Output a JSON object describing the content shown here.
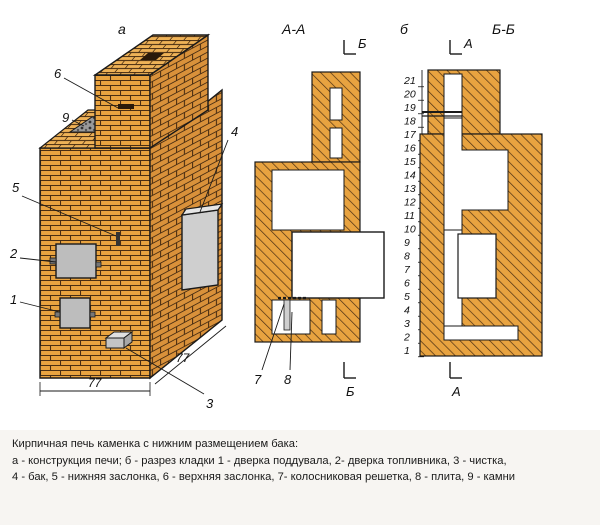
{
  "figure": {
    "view_a": "а",
    "view_b": "б",
    "section_aa": "А-А",
    "section_bb": "Б-Б",
    "cut_b": "Б",
    "cut_a": "А",
    "dim_width": "77",
    "dim_depth": "77",
    "callouts": [
      "1",
      "2",
      "3",
      "4",
      "5",
      "6",
      "7",
      "8",
      "9"
    ],
    "row_numbers": [
      "1",
      "2",
      "3",
      "4",
      "5",
      "6",
      "7",
      "8",
      "9",
      "10",
      "11",
      "12",
      "13",
      "14",
      "15",
      "16",
      "17",
      "18",
      "19",
      "20",
      "21"
    ]
  },
  "caption": {
    "title": "Кирпичная печь каменка с нижним размещением бака:",
    "line1": "а - конструкция печи; б - разрез кладки  1 - дверка поддувала, 2- дверка топливника, 3 - чистка,",
    "line2": "4 - бак, 5 - нижняя заслонка, 6 - верхняя заслонка, 7- колосниковая решетка, 8 - плита,  9 - камни"
  },
  "colors": {
    "brick": "#e8a340",
    "mortar": "#4a2e12",
    "ink": "#1a1a1a",
    "metal": "#c9c9c9",
    "background": "#ffffff"
  }
}
